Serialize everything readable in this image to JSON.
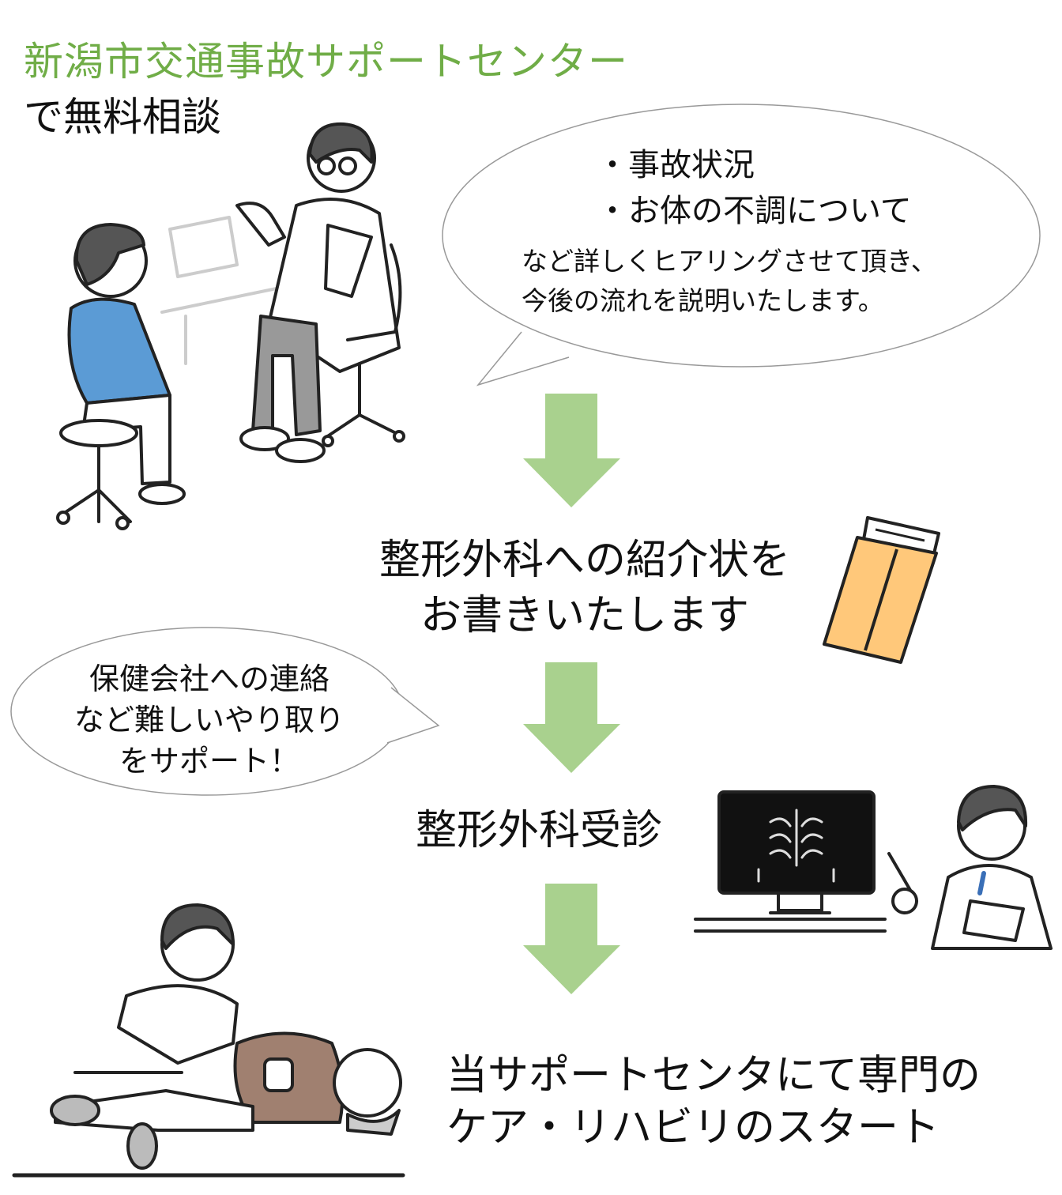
{
  "header": {
    "title": "新潟市交通事故サポートセンター",
    "subtitle": "で無料相談"
  },
  "bubble_consult": {
    "items": [
      "・事故状況",
      "・お体の不調について"
    ],
    "lines": [
      "など詳しくヒアリングさせて頂き、",
      "今後の流れを説明いたします。"
    ]
  },
  "step_referral": {
    "lines": [
      "整形外科への紹介状を",
      "お書きいたします"
    ]
  },
  "bubble_support": {
    "lines": [
      "保健会社への連絡",
      "など難しいやり取り",
      "をサポート！"
    ]
  },
  "step_visit": {
    "label": "整形外科受診"
  },
  "step_rehab": {
    "lines": [
      "当サポートセンタにて専門の",
      "ケア・リハビリのスタート"
    ]
  },
  "colors": {
    "title": "#70ad47",
    "arrow": "#a9d18e",
    "shirt": "#5b9bd5",
    "envelope": "#ffc87a",
    "patient": "#a08070"
  }
}
